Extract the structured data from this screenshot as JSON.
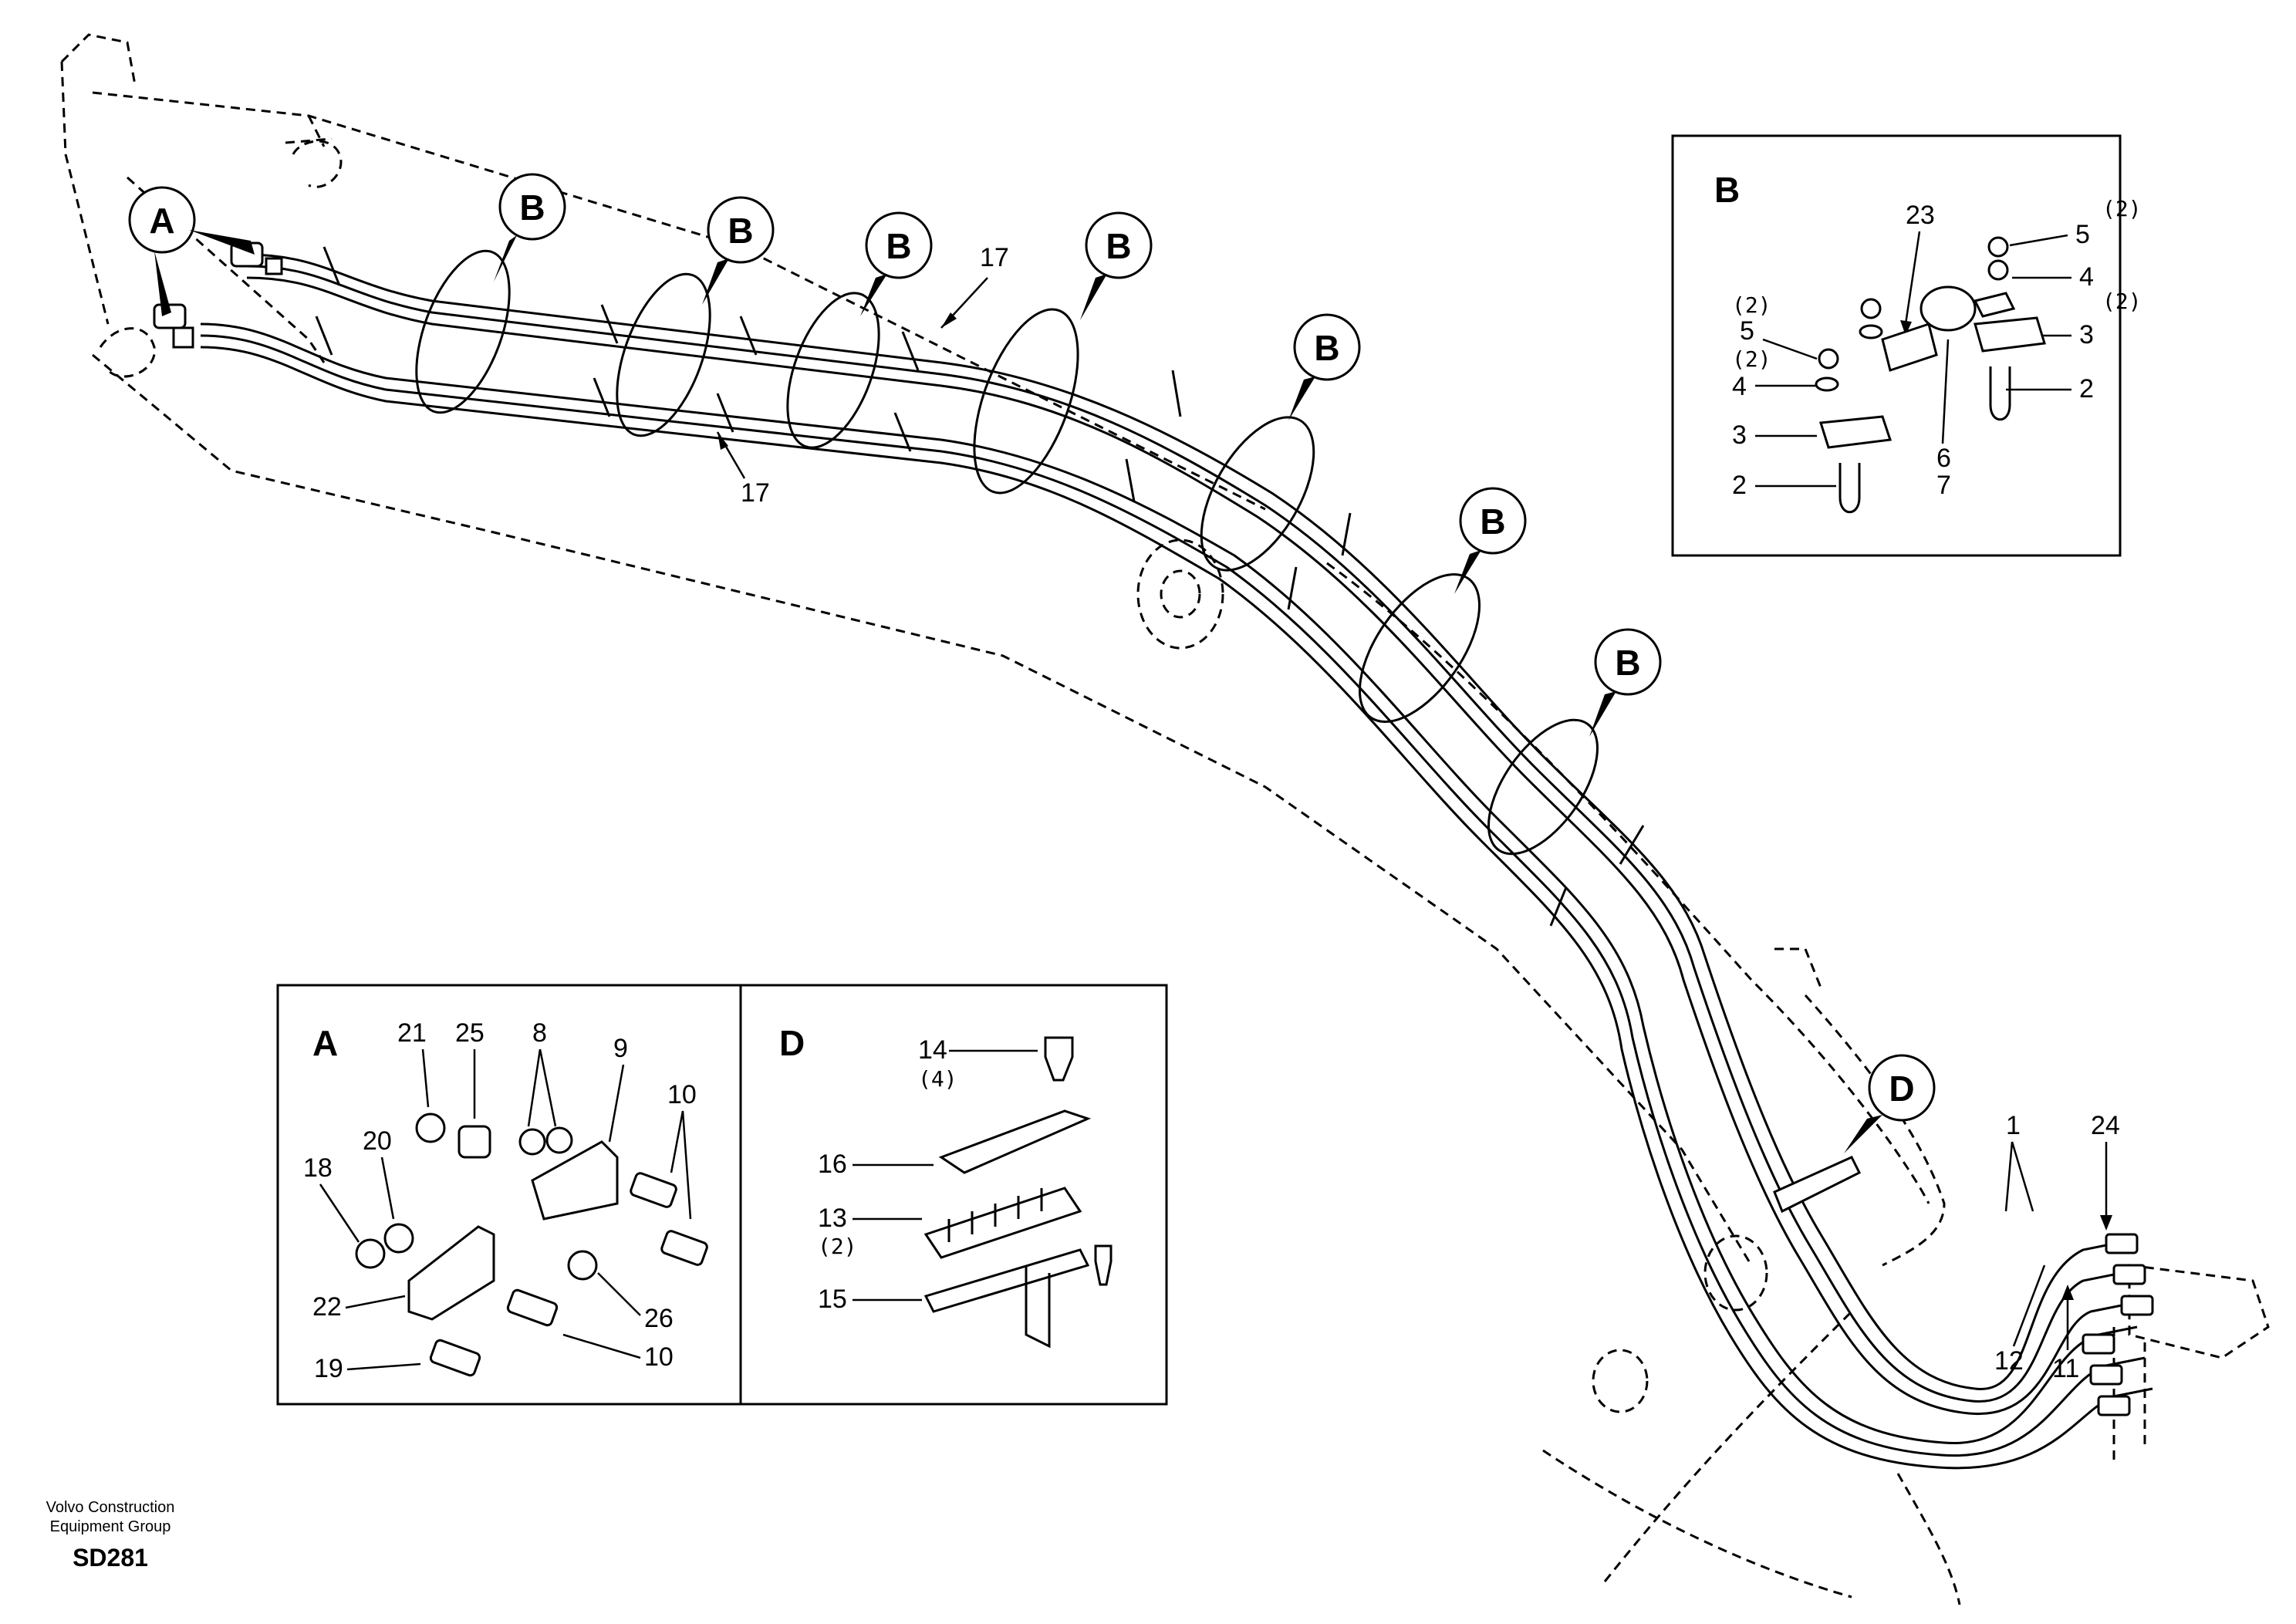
{
  "detail_labels": {
    "a": "A",
    "b": "B",
    "d": "D"
  },
  "part_numbers": {
    "p1": "1",
    "p2": "2",
    "p3": "3",
    "p4": "4",
    "p5": "5",
    "p6": "6",
    "p7": "7",
    "p8": "8",
    "p9": "9",
    "p10": "10",
    "p11": "11",
    "p12": "12",
    "p13": "13",
    "p14": "14",
    "p15": "15",
    "p16": "16",
    "p17": "17",
    "p18": "18",
    "p19": "19",
    "p20": "20",
    "p21": "21",
    "p22": "22",
    "p23": "23",
    "p24": "24",
    "p25": "25",
    "p26": "26"
  },
  "quantities": {
    "two": "(2)",
    "four": "(4)"
  },
  "footer": {
    "company_line1": "Volvo Construction",
    "company_line2": "Equipment Group",
    "code": "SD281"
  }
}
